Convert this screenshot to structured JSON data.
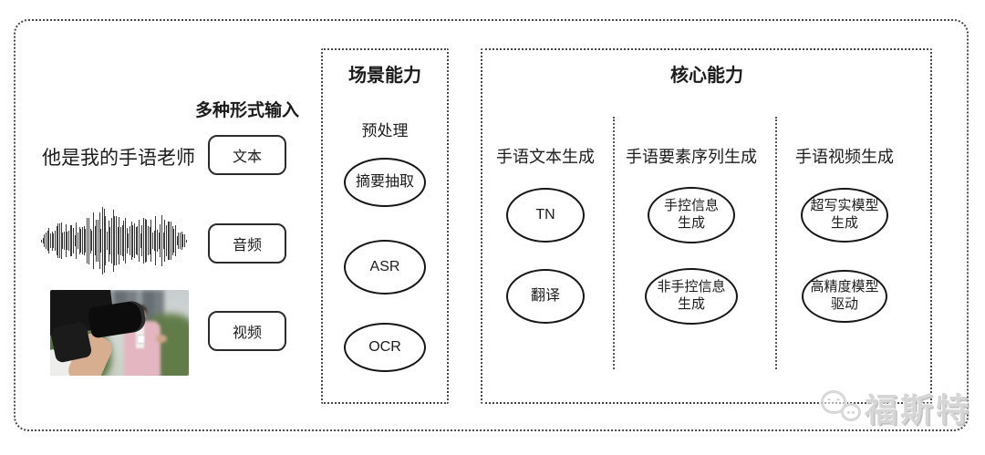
{
  "diagram": {
    "input_section": {
      "heading": "多种形式输入",
      "sample_sentence": "他是我的手语老师",
      "input_types": [
        {
          "label": "文本"
        },
        {
          "label": "音频"
        },
        {
          "label": "视频"
        }
      ]
    },
    "scene_box": {
      "title": "场景能力",
      "stage_label": "预处理",
      "nodes": [
        {
          "label": "摘要抽取"
        },
        {
          "label": "ASR"
        },
        {
          "label": "OCR"
        }
      ]
    },
    "core_box": {
      "title": "核心能力",
      "columns": [
        {
          "heading": "手语文本生成",
          "nodes": [
            {
              "label": "TN"
            },
            {
              "label": "翻译"
            }
          ]
        },
        {
          "heading": "手语要素序列生成",
          "nodes": [
            {
              "label": "手控信息\n生成"
            },
            {
              "label": "非手控信息\n生成"
            }
          ]
        },
        {
          "heading": "手语视频生成",
          "nodes": [
            {
              "label": "超写实模型\n生成"
            },
            {
              "label": "高精度模型\n驱动"
            }
          ]
        }
      ]
    },
    "watermark": {
      "brand": "福斯特"
    },
    "colors": {
      "background": "#ffffff",
      "stroke": "#161616",
      "dotted_border": "#4a4a4a",
      "watermark_gray": "#d6d6d6"
    }
  }
}
